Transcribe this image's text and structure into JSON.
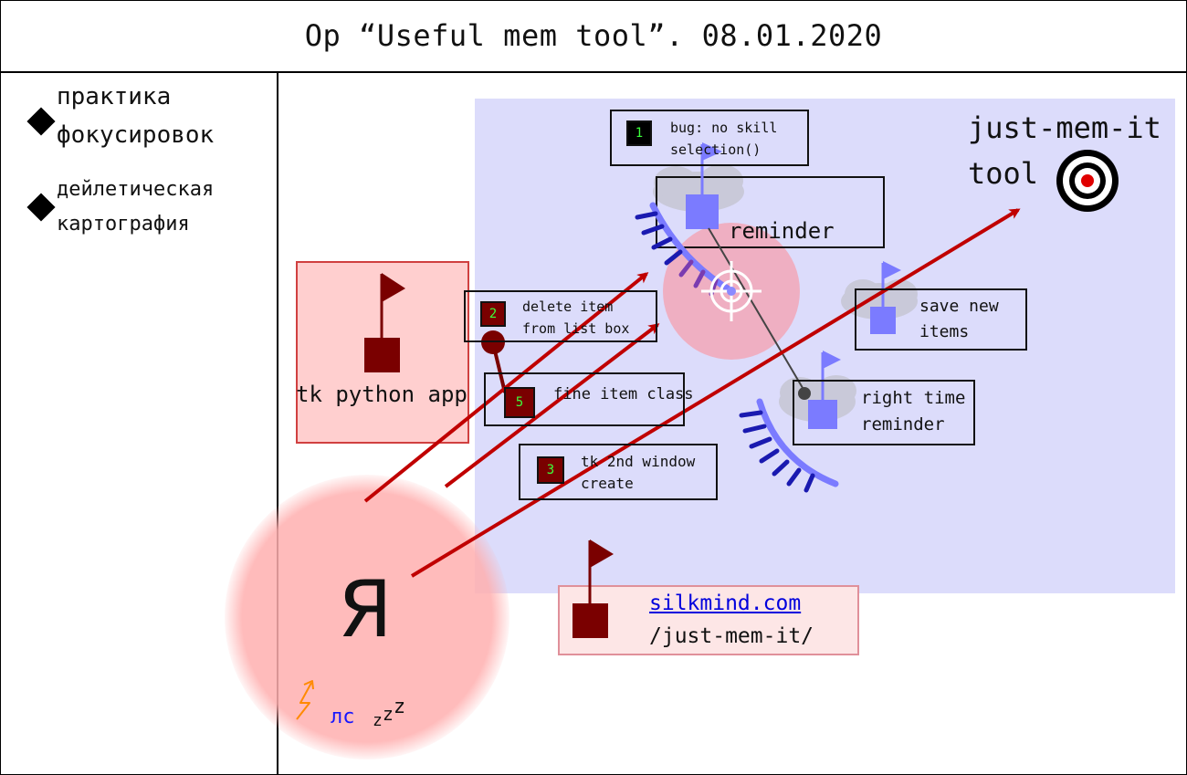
{
  "title": "Ор “Useful mem tool”. 08.01.2020",
  "sidebar": {
    "items": [
      {
        "label_line1": "практика",
        "label_line2": "фокусировок"
      },
      {
        "label_line1": "дейлетическая",
        "label_line2": "картография"
      }
    ]
  },
  "app": {
    "label": "tk python app"
  },
  "target": {
    "label_line1": "just-mem-it",
    "label_line2": "tool"
  },
  "reminder": {
    "label": "reminder"
  },
  "tasks": [
    {
      "number": "1",
      "line1": "bug: no skill",
      "line2": "selection()"
    },
    {
      "number": "2",
      "line1": "delete item",
      "line2": "from list box"
    },
    {
      "number": "5",
      "line1": "fine item class",
      "line2": ""
    },
    {
      "number": "3",
      "line1": "tk 2nd window",
      "line2": "create"
    }
  ],
  "save_items": {
    "line1": "save new",
    "line2": "items"
  },
  "right_time": {
    "line1": "right time",
    "line2": "reminder"
  },
  "site": {
    "link": "silkmind.com",
    "path": "/just-mem-it/"
  },
  "self": {
    "label": "Я",
    "ls": "лс",
    "zzz": [
      "z",
      "z",
      "z"
    ]
  },
  "colors": {
    "zone": "#dcdcfb",
    "accent_red": "#c00000",
    "dark_red": "#7a0000",
    "glow": "#ffbcbc",
    "flag_blue": "#7b7bff"
  }
}
